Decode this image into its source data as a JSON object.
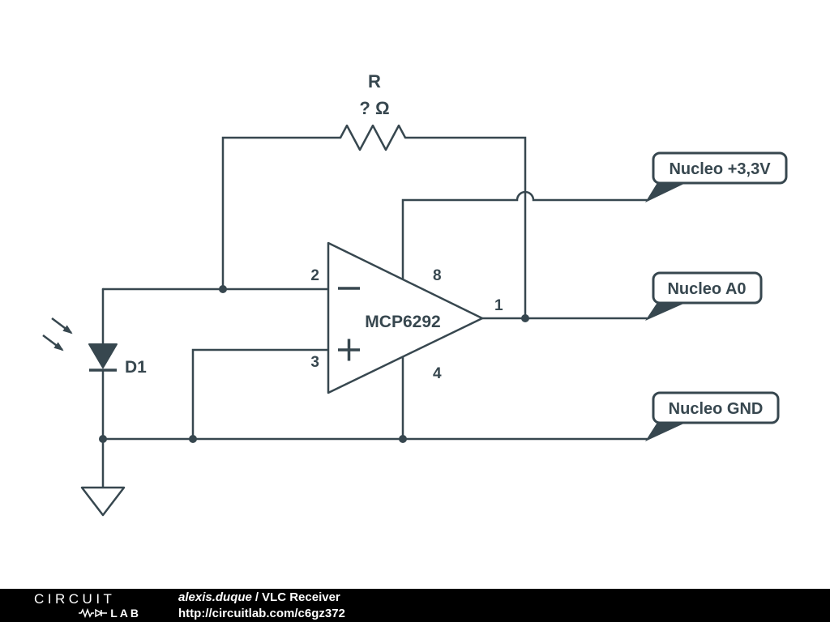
{
  "colors": {
    "wire": "#37474f",
    "canvas": "#ffffff",
    "footer_bg": "#000000",
    "footer_fg": "#ffffff"
  },
  "schematic": {
    "resistor": {
      "designator": "R",
      "value": "? Ω"
    },
    "opamp": {
      "part_number": "MCP6292",
      "pin_inverting": "2",
      "pin_noninverting": "3",
      "pin_vplus": "8",
      "pin_vminus": "4",
      "pin_output": "1"
    },
    "photodiode": {
      "designator": "D1"
    },
    "flags": [
      {
        "label": "Nucleo +3,3V"
      },
      {
        "label": "Nucleo A0"
      },
      {
        "label": "Nucleo GND"
      }
    ]
  },
  "footer": {
    "brand_line1": "CIRCUIT",
    "brand_line2": "LAB",
    "author": "alexis.duque",
    "separator": "/",
    "title": "VLC Receiver",
    "url": "http://circuitlab.com/c6gz372"
  }
}
